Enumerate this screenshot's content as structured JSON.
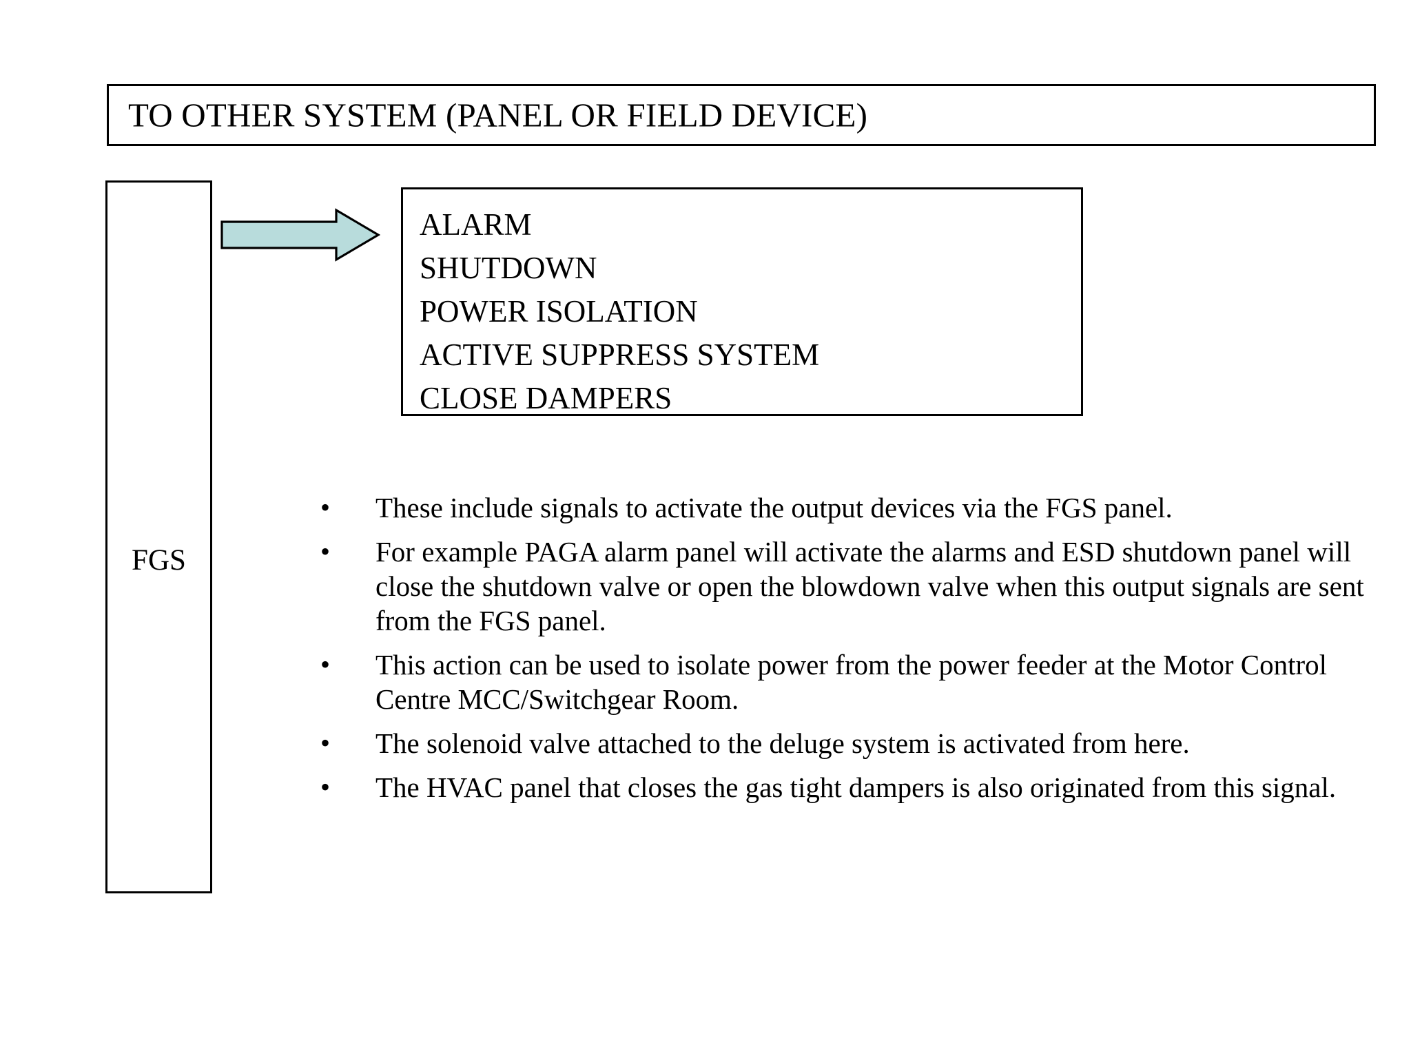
{
  "slide": {
    "background_color": "#ffffff",
    "border_color": "#000000"
  },
  "title": {
    "text": "TO OTHER SYSTEM (PANEL OR FIELD DEVICE)"
  },
  "source_block": {
    "label": "FGS"
  },
  "arrow": {
    "icon": "right-block-arrow-icon",
    "fill_color": "#b8dcdc",
    "stroke_color": "#000000",
    "direction": "right"
  },
  "actions_box": {
    "items": [
      "ALARM",
      "SHUTDOWN",
      "POWER ISOLATION",
      "ACTIVE SUPPRESS SYSTEM",
      "CLOSE DAMPERS"
    ]
  },
  "bullets": {
    "marker": "•",
    "items": [
      "These include signals to activate the output devices via the FGS panel.",
      "For example PAGA alarm panel will activate the alarms and ESD shutdown panel will close the shutdown valve or open the blowdown valve when this output signals are sent from the FGS panel.",
      "This action can be used to isolate power from the power feeder at the Motor Control Centre MCC/Switchgear Room.",
      "The solenoid valve attached to the deluge system is activated from here.",
      "The HVAC panel that closes the gas tight dampers is also originated from this signal."
    ]
  }
}
